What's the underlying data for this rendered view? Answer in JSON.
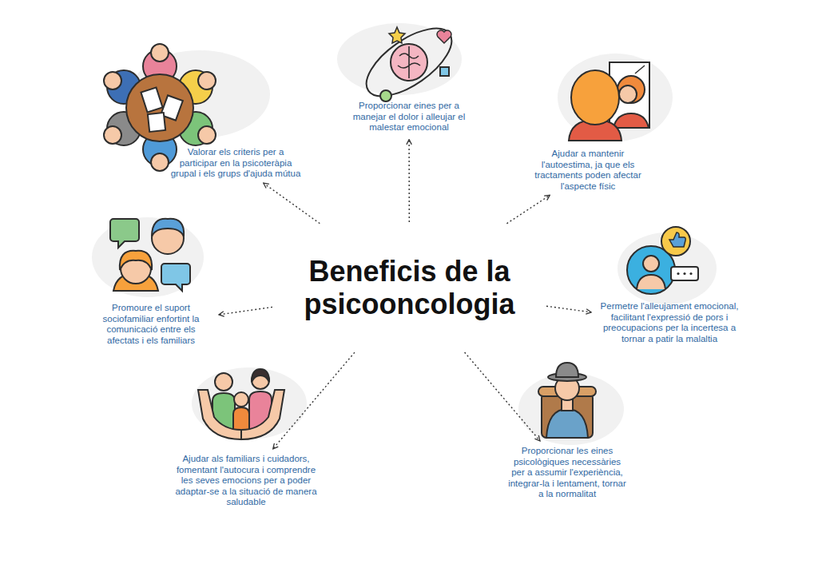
{
  "diagram": {
    "nodes": [
      {
        "text": [
          "Valorar els criteris per a participar en la psicoteràpia grupal i els grups d'ajuda mútua"
        ]
      },
      {
        "text": [
          "Proporcionar eines per a manejar el dolor i alleujar el malestar emocional"
        ]
      },
      {
        "text": [
          "Ajudar a mantenir l'autoestima, ja que els tractaments poden afectar l'aspecte físic"
        ]
      },
      {
        "text": [
          "Promoure el suport sociofamiliar enfortint la comunicació entre els afectats i els familiars"
        ]
      },
      {
        "text": [
          "Beneficis de la psicooncologia"
        ]
      },
      {
        "text": [
          "Permetre l'alleujament emocional, facilitant l'expressió de pors i preocupacions per la incertesa a tornar a patir la malaltia"
        ]
      },
      {
        "text": [
          "Ajudar als familiars i cuidadors, fomentant l'autocura i comprendre les seves emocions per a poder adaptar-se a la situació de manera saludable"
        ]
      },
      {
        "text": [
          "Proporcionar les eines psicològiques necessàries per a assumir l'experiència, integrar-la i lentament, tornar a la normalitat"
        ]
      }
    ],
    "edges": [
      {
        "from": 4,
        "to": 0,
        "arrow": "to"
      },
      {
        "from": 4,
        "to": 1,
        "arrow": "to"
      },
      {
        "from": 4,
        "to": 2,
        "arrow": "to"
      },
      {
        "from": 4,
        "to": 3,
        "arrow": "to"
      },
      {
        "from": 4,
        "to": 5,
        "arrow": "to"
      },
      {
        "from": 4,
        "to": 6,
        "arrow": "to"
      },
      {
        "from": 4,
        "to": 7,
        "arrow": "to"
      }
    ]
  }
}
